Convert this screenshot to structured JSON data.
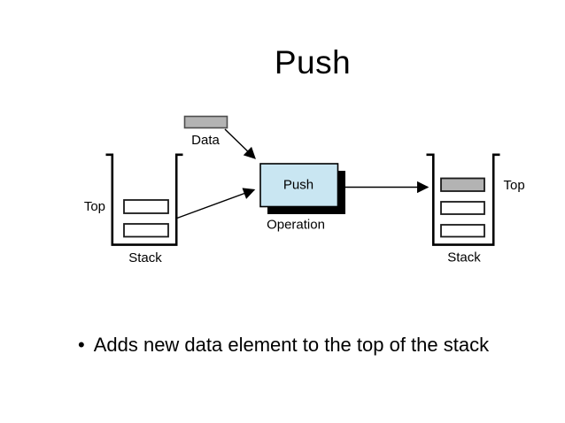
{
  "slide": {
    "title": "Push",
    "bullet_glyph": "•",
    "bullet_text": "Adds new data element to the top of the stack"
  },
  "diagram": {
    "data_box": {
      "label": "Data"
    },
    "operation": {
      "box_label": "Push",
      "caption": "Operation"
    },
    "left_stack": {
      "top_label": "Top",
      "caption": "Stack",
      "cells": [
        "empty",
        "empty"
      ]
    },
    "right_stack": {
      "top_label": "Top",
      "caption": "Stack",
      "cells": [
        "new data",
        "empty",
        "empty"
      ]
    },
    "colors": {
      "element_gray": "#b3b3b3",
      "operation_fill": "#c9e6f2",
      "shadow": "#000000",
      "outline": "#000000"
    }
  }
}
